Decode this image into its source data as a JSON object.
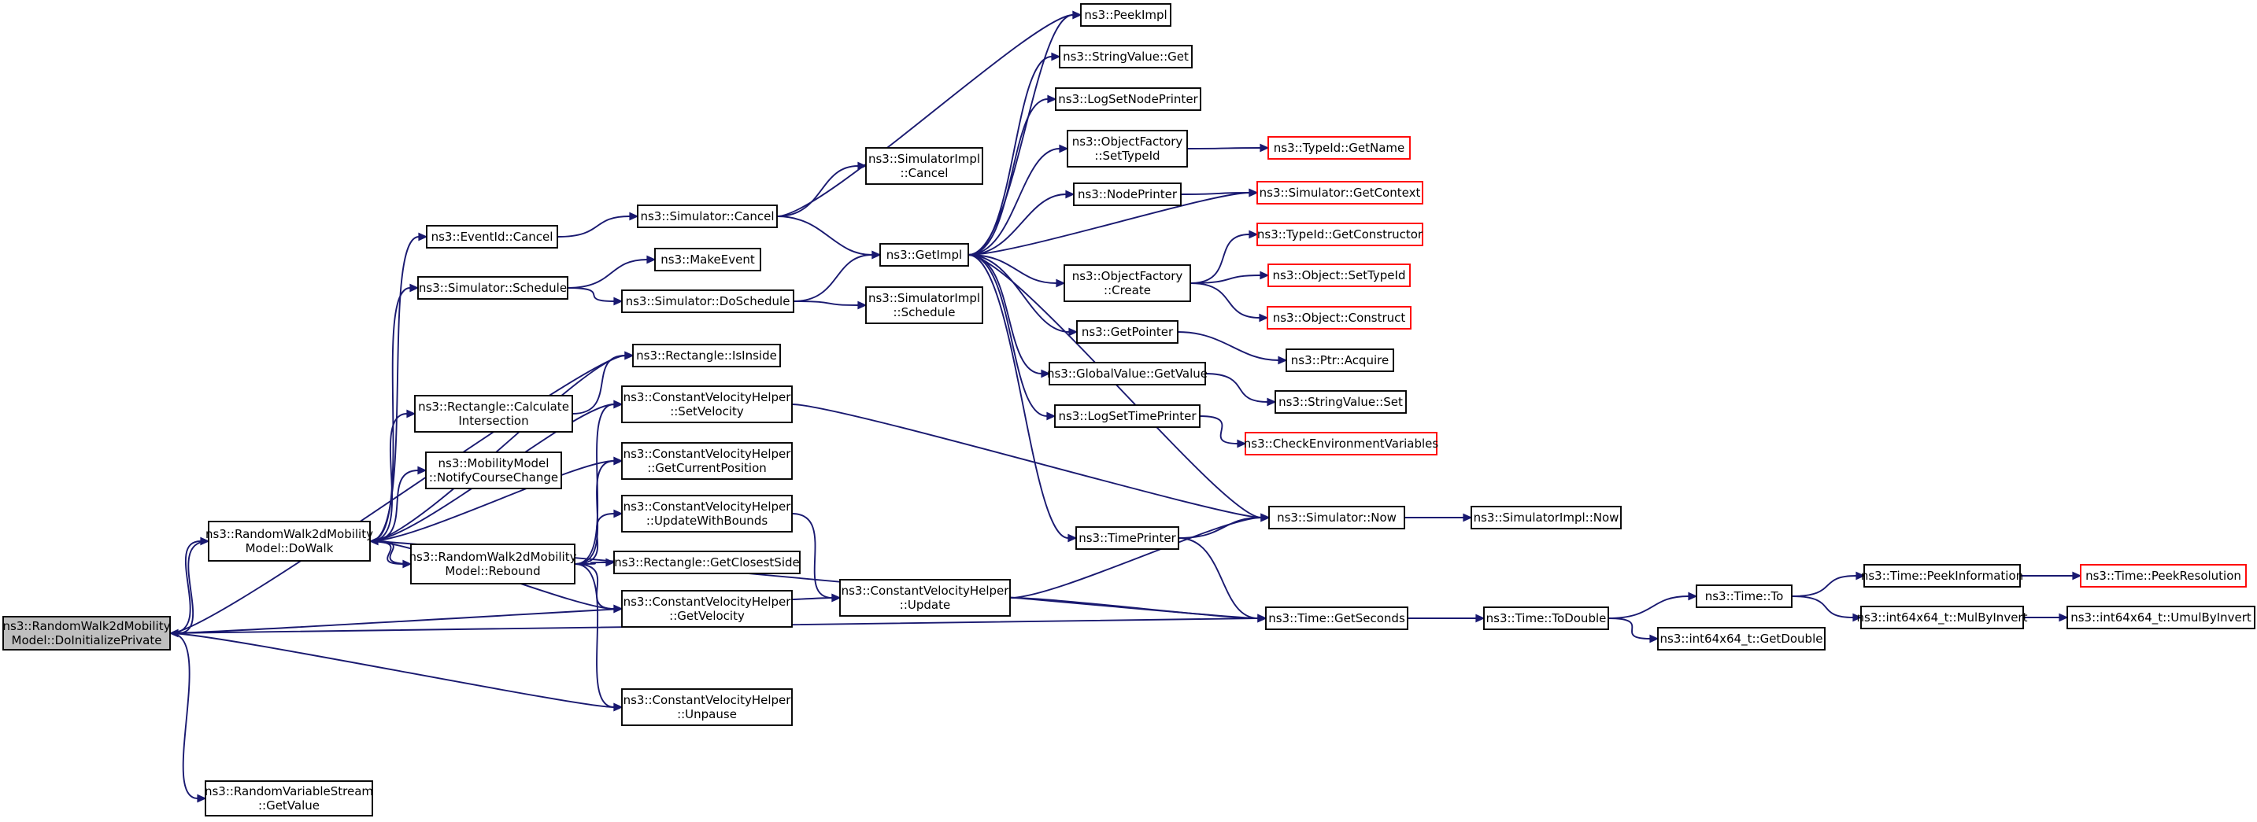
{
  "diagram": {
    "type": "call-graph",
    "colors": {
      "edge": "#191970",
      "node_border": "#000000",
      "incomplete_border": "#ff0000",
      "root_fill": "#bfbfbf"
    },
    "nodes": [
      {
        "id": "root",
        "lines": [
          "ns3::RandomWalk2dMobility",
          "Model::DoInitializePrivate"
        ],
        "root": true
      },
      {
        "id": "dowalk",
        "lines": [
          "ns3::RandomWalk2dMobility",
          "Model::DoWalk"
        ]
      },
      {
        "id": "rvs_getvalue",
        "lines": [
          "ns3::RandomVariableStream",
          "::GetValue"
        ]
      },
      {
        "id": "eventid_cancel",
        "lines": [
          "ns3::EventId::Cancel"
        ]
      },
      {
        "id": "sim_schedule",
        "lines": [
          "ns3::Simulator::Schedule"
        ]
      },
      {
        "id": "rect_calc",
        "lines": [
          "ns3::Rectangle::Calculate",
          "Intersection"
        ]
      },
      {
        "id": "mm_notify",
        "lines": [
          "ns3::MobilityModel",
          "::NotifyCourseChange"
        ]
      },
      {
        "id": "rebound",
        "lines": [
          "ns3::RandomWalk2dMobility",
          "Model::Rebound"
        ]
      },
      {
        "id": "sim_cancel",
        "lines": [
          "ns3::Simulator::Cancel"
        ]
      },
      {
        "id": "makeevent",
        "lines": [
          "ns3::MakeEvent"
        ]
      },
      {
        "id": "sim_doschedule",
        "lines": [
          "ns3::Simulator::DoSchedule"
        ]
      },
      {
        "id": "rect_isinside",
        "lines": [
          "ns3::Rectangle::IsInside"
        ]
      },
      {
        "id": "cvh_setvel",
        "lines": [
          "ns3::ConstantVelocityHelper",
          "::SetVelocity"
        ]
      },
      {
        "id": "cvh_getpos",
        "lines": [
          "ns3::ConstantVelocityHelper",
          "::GetCurrentPosition"
        ]
      },
      {
        "id": "cvh_updbounds",
        "lines": [
          "ns3::ConstantVelocityHelper",
          "::UpdateWithBounds"
        ]
      },
      {
        "id": "rect_closest",
        "lines": [
          "ns3::Rectangle::GetClosestSide"
        ]
      },
      {
        "id": "cvh_getvel",
        "lines": [
          "ns3::ConstantVelocityHelper",
          "::GetVelocity"
        ]
      },
      {
        "id": "cvh_unpause",
        "lines": [
          "ns3::ConstantVelocityHelper",
          "::Unpause"
        ]
      },
      {
        "id": "simimpl_cancel",
        "lines": [
          "ns3::SimulatorImpl",
          "::Cancel"
        ]
      },
      {
        "id": "getimpl",
        "lines": [
          "ns3::GetImpl"
        ]
      },
      {
        "id": "simimpl_schedule",
        "lines": [
          "ns3::SimulatorImpl",
          "::Schedule"
        ]
      },
      {
        "id": "cvh_update",
        "lines": [
          "ns3::ConstantVelocityHelper",
          "::Update"
        ]
      },
      {
        "id": "peekimpl",
        "lines": [
          "ns3::PeekImpl"
        ]
      },
      {
        "id": "stringvalue_get",
        "lines": [
          "ns3::StringValue::Get"
        ]
      },
      {
        "id": "logsetnodeprinter",
        "lines": [
          "ns3::LogSetNodePrinter"
        ]
      },
      {
        "id": "of_settypeid",
        "lines": [
          "ns3::ObjectFactory",
          "::SetTypeId"
        ]
      },
      {
        "id": "nodeprinter",
        "lines": [
          "ns3::NodePrinter"
        ]
      },
      {
        "id": "of_create",
        "lines": [
          "ns3::ObjectFactory",
          "::Create"
        ]
      },
      {
        "id": "getpointer",
        "lines": [
          "ns3::GetPointer"
        ]
      },
      {
        "id": "gv_getvalue",
        "lines": [
          "ns3::GlobalValue::GetValue"
        ]
      },
      {
        "id": "logsettimeprinter",
        "lines": [
          "ns3::LogSetTimePrinter"
        ]
      },
      {
        "id": "timeprinter",
        "lines": [
          "ns3::TimePrinter"
        ]
      },
      {
        "id": "typeid_getname",
        "lines": [
          "ns3::TypeId::GetName"
        ],
        "incomplete": true
      },
      {
        "id": "sim_getcontext",
        "lines": [
          "ns3::Simulator::GetContext"
        ],
        "incomplete": true
      },
      {
        "id": "typeid_getctor",
        "lines": [
          "ns3::TypeId::GetConstructor"
        ],
        "incomplete": true
      },
      {
        "id": "obj_settypeid",
        "lines": [
          "ns3::Object::SetTypeId"
        ],
        "incomplete": true
      },
      {
        "id": "obj_construct",
        "lines": [
          "ns3::Object::Construct"
        ],
        "incomplete": true
      },
      {
        "id": "ptr_acquire",
        "lines": [
          "ns3::Ptr::Acquire"
        ]
      },
      {
        "id": "stringvalue_set",
        "lines": [
          "ns3::StringValue::Set"
        ]
      },
      {
        "id": "checkenv",
        "lines": [
          "ns3::CheckEnvironmentVariables"
        ],
        "incomplete": true
      },
      {
        "id": "sim_now",
        "lines": [
          "ns3::Simulator::Now"
        ]
      },
      {
        "id": "time_getseconds",
        "lines": [
          "ns3::Time::GetSeconds"
        ]
      },
      {
        "id": "simimpl_now",
        "lines": [
          "ns3::SimulatorImpl::Now"
        ]
      },
      {
        "id": "time_todouble",
        "lines": [
          "ns3::Time::ToDouble"
        ]
      },
      {
        "id": "time_to",
        "lines": [
          "ns3::Time::To"
        ]
      },
      {
        "id": "int64_getdouble",
        "lines": [
          "ns3::int64x64_t::GetDouble"
        ]
      },
      {
        "id": "time_peekinfo",
        "lines": [
          "ns3::Time::PeekInformation"
        ]
      },
      {
        "id": "int64_mulbyinvert",
        "lines": [
          "ns3::int64x64_t::MulByInvert"
        ]
      },
      {
        "id": "time_peekres",
        "lines": [
          "ns3::Time::PeekResolution"
        ],
        "incomplete": true
      },
      {
        "id": "int64_umulbyinvert",
        "lines": [
          "ns3::int64x64_t::UmulByInvert"
        ]
      }
    ],
    "edges": [
      [
        "root",
        "dowalk"
      ],
      [
        "root",
        "rvs_getvalue"
      ],
      [
        "root",
        "rect_isinside"
      ],
      [
        "root",
        "cvh_unpause"
      ],
      [
        "root",
        "cvh_update"
      ],
      [
        "root",
        "time_getseconds"
      ],
      [
        "dowalk",
        "root"
      ],
      [
        "dowalk",
        "eventid_cancel"
      ],
      [
        "dowalk",
        "sim_schedule"
      ],
      [
        "dowalk",
        "rect_calc"
      ],
      [
        "dowalk",
        "mm_notify"
      ],
      [
        "dowalk",
        "rebound"
      ],
      [
        "dowalk",
        "rect_isinside"
      ],
      [
        "dowalk",
        "cvh_setvel"
      ],
      [
        "dowalk",
        "cvh_getpos"
      ],
      [
        "dowalk",
        "cvh_getvel"
      ],
      [
        "dowalk",
        "time_getseconds"
      ],
      [
        "rebound",
        "dowalk"
      ],
      [
        "rebound",
        "cvh_getpos"
      ],
      [
        "rebound",
        "cvh_updbounds"
      ],
      [
        "rebound",
        "rect_closest"
      ],
      [
        "rebound",
        "cvh_getvel"
      ],
      [
        "rebound",
        "cvh_unpause"
      ],
      [
        "rebound",
        "cvh_setvel"
      ],
      [
        "eventid_cancel",
        "sim_cancel"
      ],
      [
        "sim_cancel",
        "simimpl_cancel"
      ],
      [
        "sim_cancel",
        "getimpl"
      ],
      [
        "sim_cancel",
        "peekimpl"
      ],
      [
        "sim_schedule",
        "makeevent"
      ],
      [
        "sim_schedule",
        "sim_doschedule"
      ],
      [
        "sim_doschedule",
        "getimpl"
      ],
      [
        "sim_doschedule",
        "simimpl_schedule"
      ],
      [
        "rect_calc",
        "rect_isinside"
      ],
      [
        "cvh_setvel",
        "sim_now"
      ],
      [
        "cvh_updbounds",
        "cvh_update"
      ],
      [
        "cvh_update",
        "sim_now"
      ],
      [
        "cvh_update",
        "time_getseconds"
      ],
      [
        "getimpl",
        "peekimpl"
      ],
      [
        "getimpl",
        "stringvalue_get"
      ],
      [
        "getimpl",
        "logsetnodeprinter"
      ],
      [
        "getimpl",
        "of_settypeid"
      ],
      [
        "getimpl",
        "nodeprinter"
      ],
      [
        "getimpl",
        "of_create"
      ],
      [
        "getimpl",
        "getpointer"
      ],
      [
        "getimpl",
        "gv_getvalue"
      ],
      [
        "getimpl",
        "logsettimeprinter"
      ],
      [
        "getimpl",
        "timeprinter"
      ],
      [
        "getimpl",
        "sim_getcontext"
      ],
      [
        "getimpl",
        "sim_now"
      ],
      [
        "of_settypeid",
        "typeid_getname"
      ],
      [
        "nodeprinter",
        "sim_getcontext"
      ],
      [
        "of_create",
        "typeid_getctor"
      ],
      [
        "of_create",
        "obj_settypeid"
      ],
      [
        "of_create",
        "obj_construct"
      ],
      [
        "getpointer",
        "ptr_acquire"
      ],
      [
        "gv_getvalue",
        "stringvalue_set"
      ],
      [
        "logsettimeprinter",
        "checkenv"
      ],
      [
        "timeprinter",
        "sim_now"
      ],
      [
        "timeprinter",
        "time_getseconds"
      ],
      [
        "sim_now",
        "simimpl_now"
      ],
      [
        "time_getseconds",
        "time_todouble"
      ],
      [
        "time_todouble",
        "time_to"
      ],
      [
        "time_todouble",
        "int64_getdouble"
      ],
      [
        "time_to",
        "time_peekinfo"
      ],
      [
        "time_to",
        "int64_mulbyinvert"
      ],
      [
        "time_peekinfo",
        "time_peekres"
      ],
      [
        "int64_mulbyinvert",
        "int64_umulbyinvert"
      ]
    ]
  }
}
